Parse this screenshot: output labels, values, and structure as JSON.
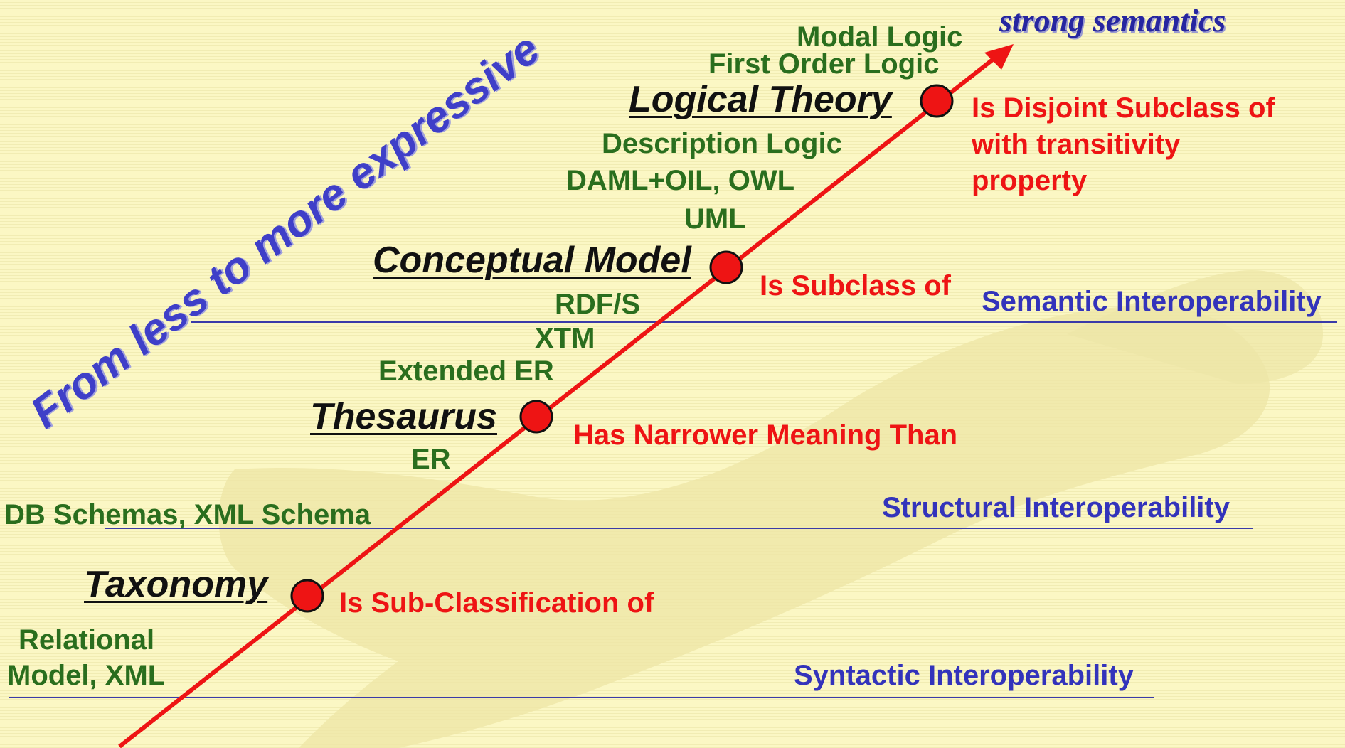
{
  "axis_title": "From less to more expressive",
  "top_label": "strong semantics",
  "colors": {
    "arrow": "#ee1414",
    "node": "#ee1414",
    "formalism": "#2a6e1e",
    "relation": "#ee1414",
    "interoperability": "#3333bb",
    "level": "#111111"
  },
  "levels": {
    "taxonomy": {
      "name": "Taxonomy",
      "relation": "Is Sub-Classification of",
      "formalisms": [
        "Relational",
        "Model, XML"
      ]
    },
    "thesaurus": {
      "name": "Thesaurus",
      "relation": "Has Narrower Meaning Than",
      "formalisms": [
        "ER",
        "DB Schemas, XML Schema"
      ]
    },
    "conceptual_model": {
      "name": "Conceptual Model",
      "relation": "Is Subclass of",
      "formalisms": [
        "Extended ER",
        "XTM",
        "RDF/S",
        "UML"
      ]
    },
    "logical_theory": {
      "name": "Logical Theory",
      "relation": [
        "Is Disjoint Subclass of",
        "with transitivity",
        "property"
      ],
      "formalisms": [
        "DAML+OIL, OWL",
        "Description Logic",
        "First Order Logic",
        "Modal Logic"
      ]
    }
  },
  "interoperability": {
    "syntactic": "Syntactic Interoperability",
    "structural": "Structural Interoperability",
    "semantic": "Semantic Interoperability"
  }
}
